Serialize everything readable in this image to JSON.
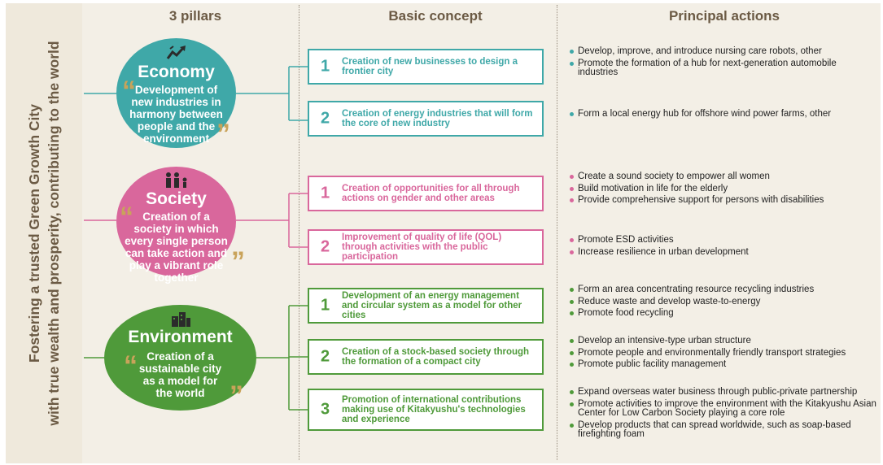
{
  "side_title": {
    "line1": "Fostering a trusted Green Growth City",
    "line2": "with true wealth and prosperity, contributing to the world"
  },
  "headers": {
    "pillars": "3 pillars",
    "concept": "Basic concept",
    "actions": "Principal actions"
  },
  "colors": {
    "economy": "#3fa8a8",
    "society": "#d9679c",
    "environment": "#4f9a3a",
    "brown": "#6b5a44"
  },
  "pillars": [
    {
      "name": "Economy",
      "icon": "growth-chart-icon",
      "description": "Development of new industries in harmony between people and the environment",
      "concepts": [
        {
          "num": "1",
          "text": "Creation of new businesses to design a frontier city",
          "actions": [
            "Develop, improve, and introduce nursing care robots, other",
            "Promote the formation of a hub for next-generation automobile industries"
          ]
        },
        {
          "num": "2",
          "text": "Creation of energy industries that will form the core of new industry",
          "actions": [
            "Form a local energy hub for offshore wind power farms, other"
          ]
        }
      ]
    },
    {
      "name": "Society",
      "icon": "family-icon",
      "description": "Creation of a society in which every single person can take action and play a vibrant role together",
      "concepts": [
        {
          "num": "1",
          "text": "Creation of opportunities for all through actions on gender and other areas",
          "actions": [
            "Create a sound society to empower all women",
            "Build motivation in life for the elderly",
            "Provide comprehensive support for persons with disabilities"
          ]
        },
        {
          "num": "2",
          "text": "Improvement of quality of life (QOL) through activities with the public participation",
          "actions": [
            "Promote ESD activities",
            "Increase resilience in urban development"
          ]
        }
      ]
    },
    {
      "name": "Environment",
      "icon": "city-building-icon",
      "description": "Creation of a sustainable city as a model for the world",
      "concepts": [
        {
          "num": "1",
          "text": "Development of an energy management and circular system as a model for other cities",
          "actions": [
            "Form an area concentrating resource recycling industries",
            "Reduce waste and develop waste-to-energy",
            "Promote food recycling"
          ]
        },
        {
          "num": "2",
          "text": "Creation of a stock-based society through the formation of a compact city",
          "actions": [
            "Develop an intensive-type urban structure",
            "Promote people and environmentally friendly transport strategies",
            "Promote public facility management"
          ]
        },
        {
          "num": "3",
          "text": "Promotion of international contributions making use of Kitakyushu's technologies and experience",
          "actions": [
            "Expand overseas water business through public-private partnership",
            "Promote activities to improve the environment with the Kitakyushu Asian Center for Low Carbon Society playing a core role",
            "Develop products that can spread worldwide, such as soap-based firefighting foam"
          ]
        }
      ]
    }
  ]
}
